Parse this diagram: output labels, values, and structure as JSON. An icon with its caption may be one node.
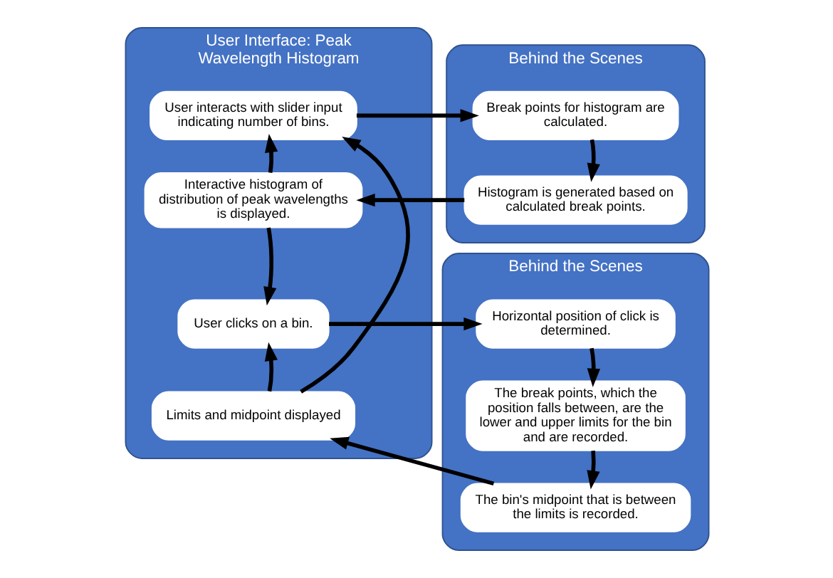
{
  "diagram": {
    "nodes": [
      {
        "text": [
          "User Interface: Peak Wavelength Histogram"
        ]
      },
      {
        "text": [
          "User interacts with slider input indicating number of bins."
        ],
        "in": 0
      },
      {
        "text": [
          "Interactive histogram of distribution of peak wavelengths is displayed."
        ],
        "in": 0
      },
      {
        "text": [
          "User clicks on a bin."
        ],
        "in": 0
      },
      {
        "text": [
          "Limits and midpoint displayed"
        ],
        "in": 0
      },
      {
        "text": [
          "Behind the Scenes"
        ]
      },
      {
        "text": [
          "Break points for histogram are calculated."
        ],
        "in": 5
      },
      {
        "text": [
          "Histogram is generated based on calculated break points."
        ],
        "in": 5
      },
      {
        "text": [
          "Behind the Scenes"
        ]
      },
      {
        "text": [
          "Horizontal position of click is determined."
        ],
        "in": 8
      },
      {
        "text": [
          "The break points, which the position falls between, are the lower and upper limits for the bin and are recorded."
        ],
        "in": 8
      },
      {
        "text": [
          "The bin's midpoint that is between the limits is recorded."
        ],
        "in": 8
      }
    ],
    "edges": [
      {
        "from": 2,
        "to": 1,
        "arrow": "to"
      },
      {
        "from": 2,
        "to": 3,
        "arrow": "to"
      },
      {
        "from": 4,
        "to": 3,
        "arrow": "to"
      },
      {
        "from": 4,
        "to": 1,
        "arrow": "to"
      },
      {
        "from": 1,
        "to": 6,
        "arrow": "to"
      },
      {
        "from": 7,
        "to": 2,
        "arrow": "to"
      },
      {
        "from": 6,
        "to": 7,
        "arrow": "to"
      },
      {
        "from": 3,
        "to": 9,
        "arrow": "to"
      },
      {
        "from": 11,
        "to": 4,
        "arrow": "to"
      },
      {
        "from": 9,
        "to": 10,
        "arrow": "to"
      },
      {
        "from": 10,
        "to": 11,
        "arrow": "to"
      }
    ]
  }
}
